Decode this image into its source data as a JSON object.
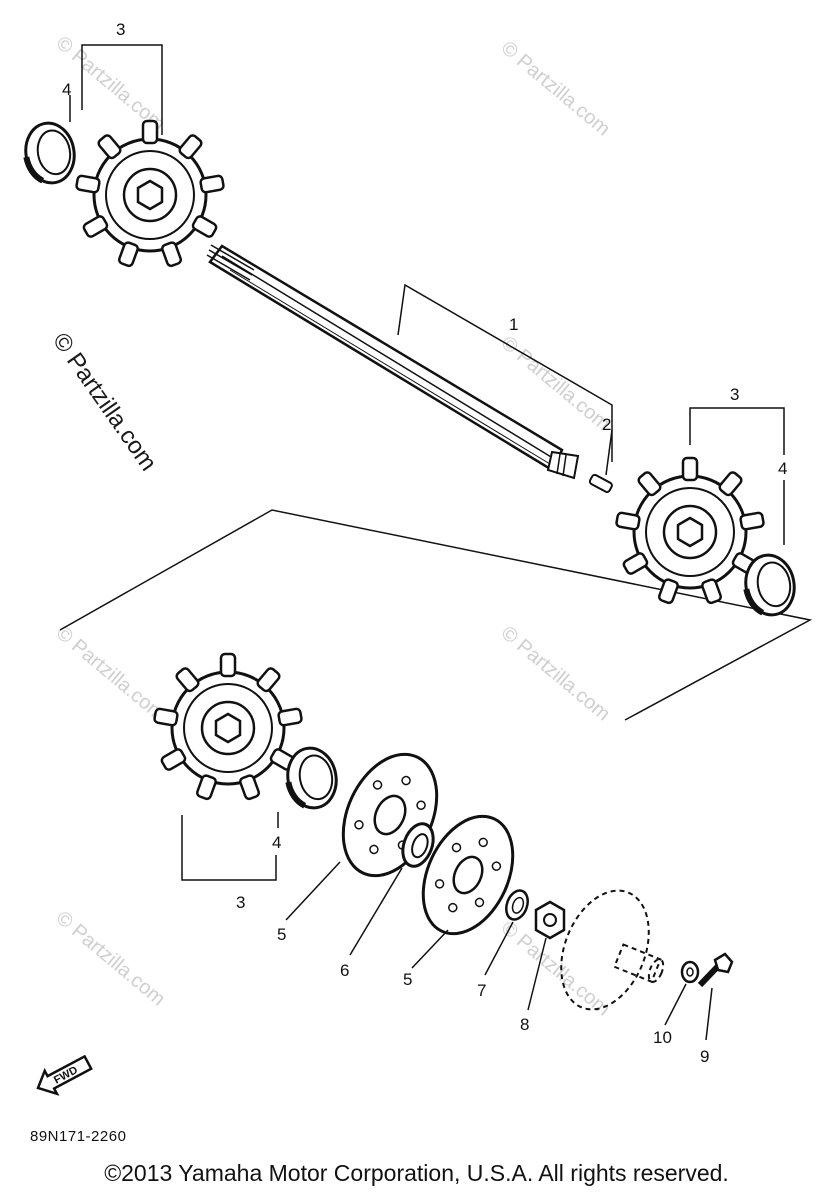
{
  "callouts": {
    "c1": "1",
    "c2": "2",
    "c3a": "3",
    "c3b": "3",
    "c3c": "3",
    "c4a": "4",
    "c4b": "4",
    "c4c": "4",
    "c5a": "5",
    "c5b": "5",
    "c6": "6",
    "c7": "7",
    "c8": "8",
    "c9": "9",
    "c10": "10"
  },
  "watermark": "© Partzilla.com",
  "fwd_label": "FWD",
  "part_code": "89N171-2260",
  "copyright": "©2013  Yamaha Motor Corporation, U.S.A. All rights reserved."
}
